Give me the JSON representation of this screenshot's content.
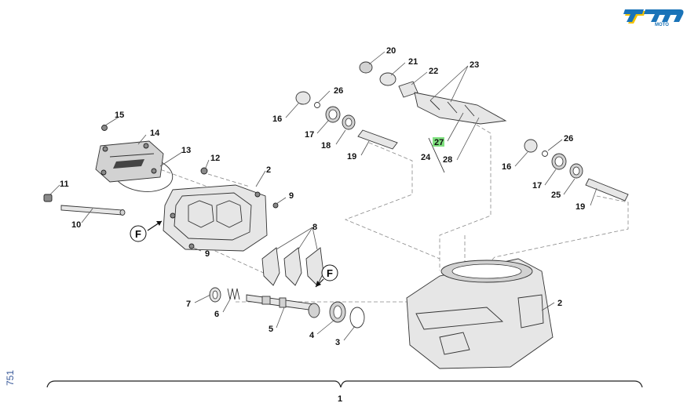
{
  "logo": {
    "brand": "tm",
    "sub": "MOTO",
    "color": "#1a73b8",
    "shadow": "#f2c200"
  },
  "page_number": "751",
  "group_label": "1",
  "highlight_color": "#7fe07f",
  "callouts": {
    "c1": "1",
    "c2a": "2",
    "c2b": "2",
    "c3": "3",
    "c4": "4",
    "c5": "5",
    "c6": "6",
    "c7": "7",
    "c8": "8",
    "c9a": "9",
    "c9b": "9",
    "c10": "10",
    "c11": "11",
    "c12": "12",
    "c13": "13",
    "c14": "14",
    "c15": "15",
    "c16a": "16",
    "c16b": "16",
    "c17a": "17",
    "c17b": "17",
    "c18": "18",
    "c19a": "19",
    "c19b": "19",
    "c20": "20",
    "c21": "21",
    "c22": "22",
    "c23": "23",
    "c24": "24",
    "c25": "25",
    "c26a": "26",
    "c26b": "26",
    "c27": "27",
    "c28": "28"
  },
  "detail_markers": {
    "f1": "F",
    "f2": "F"
  }
}
